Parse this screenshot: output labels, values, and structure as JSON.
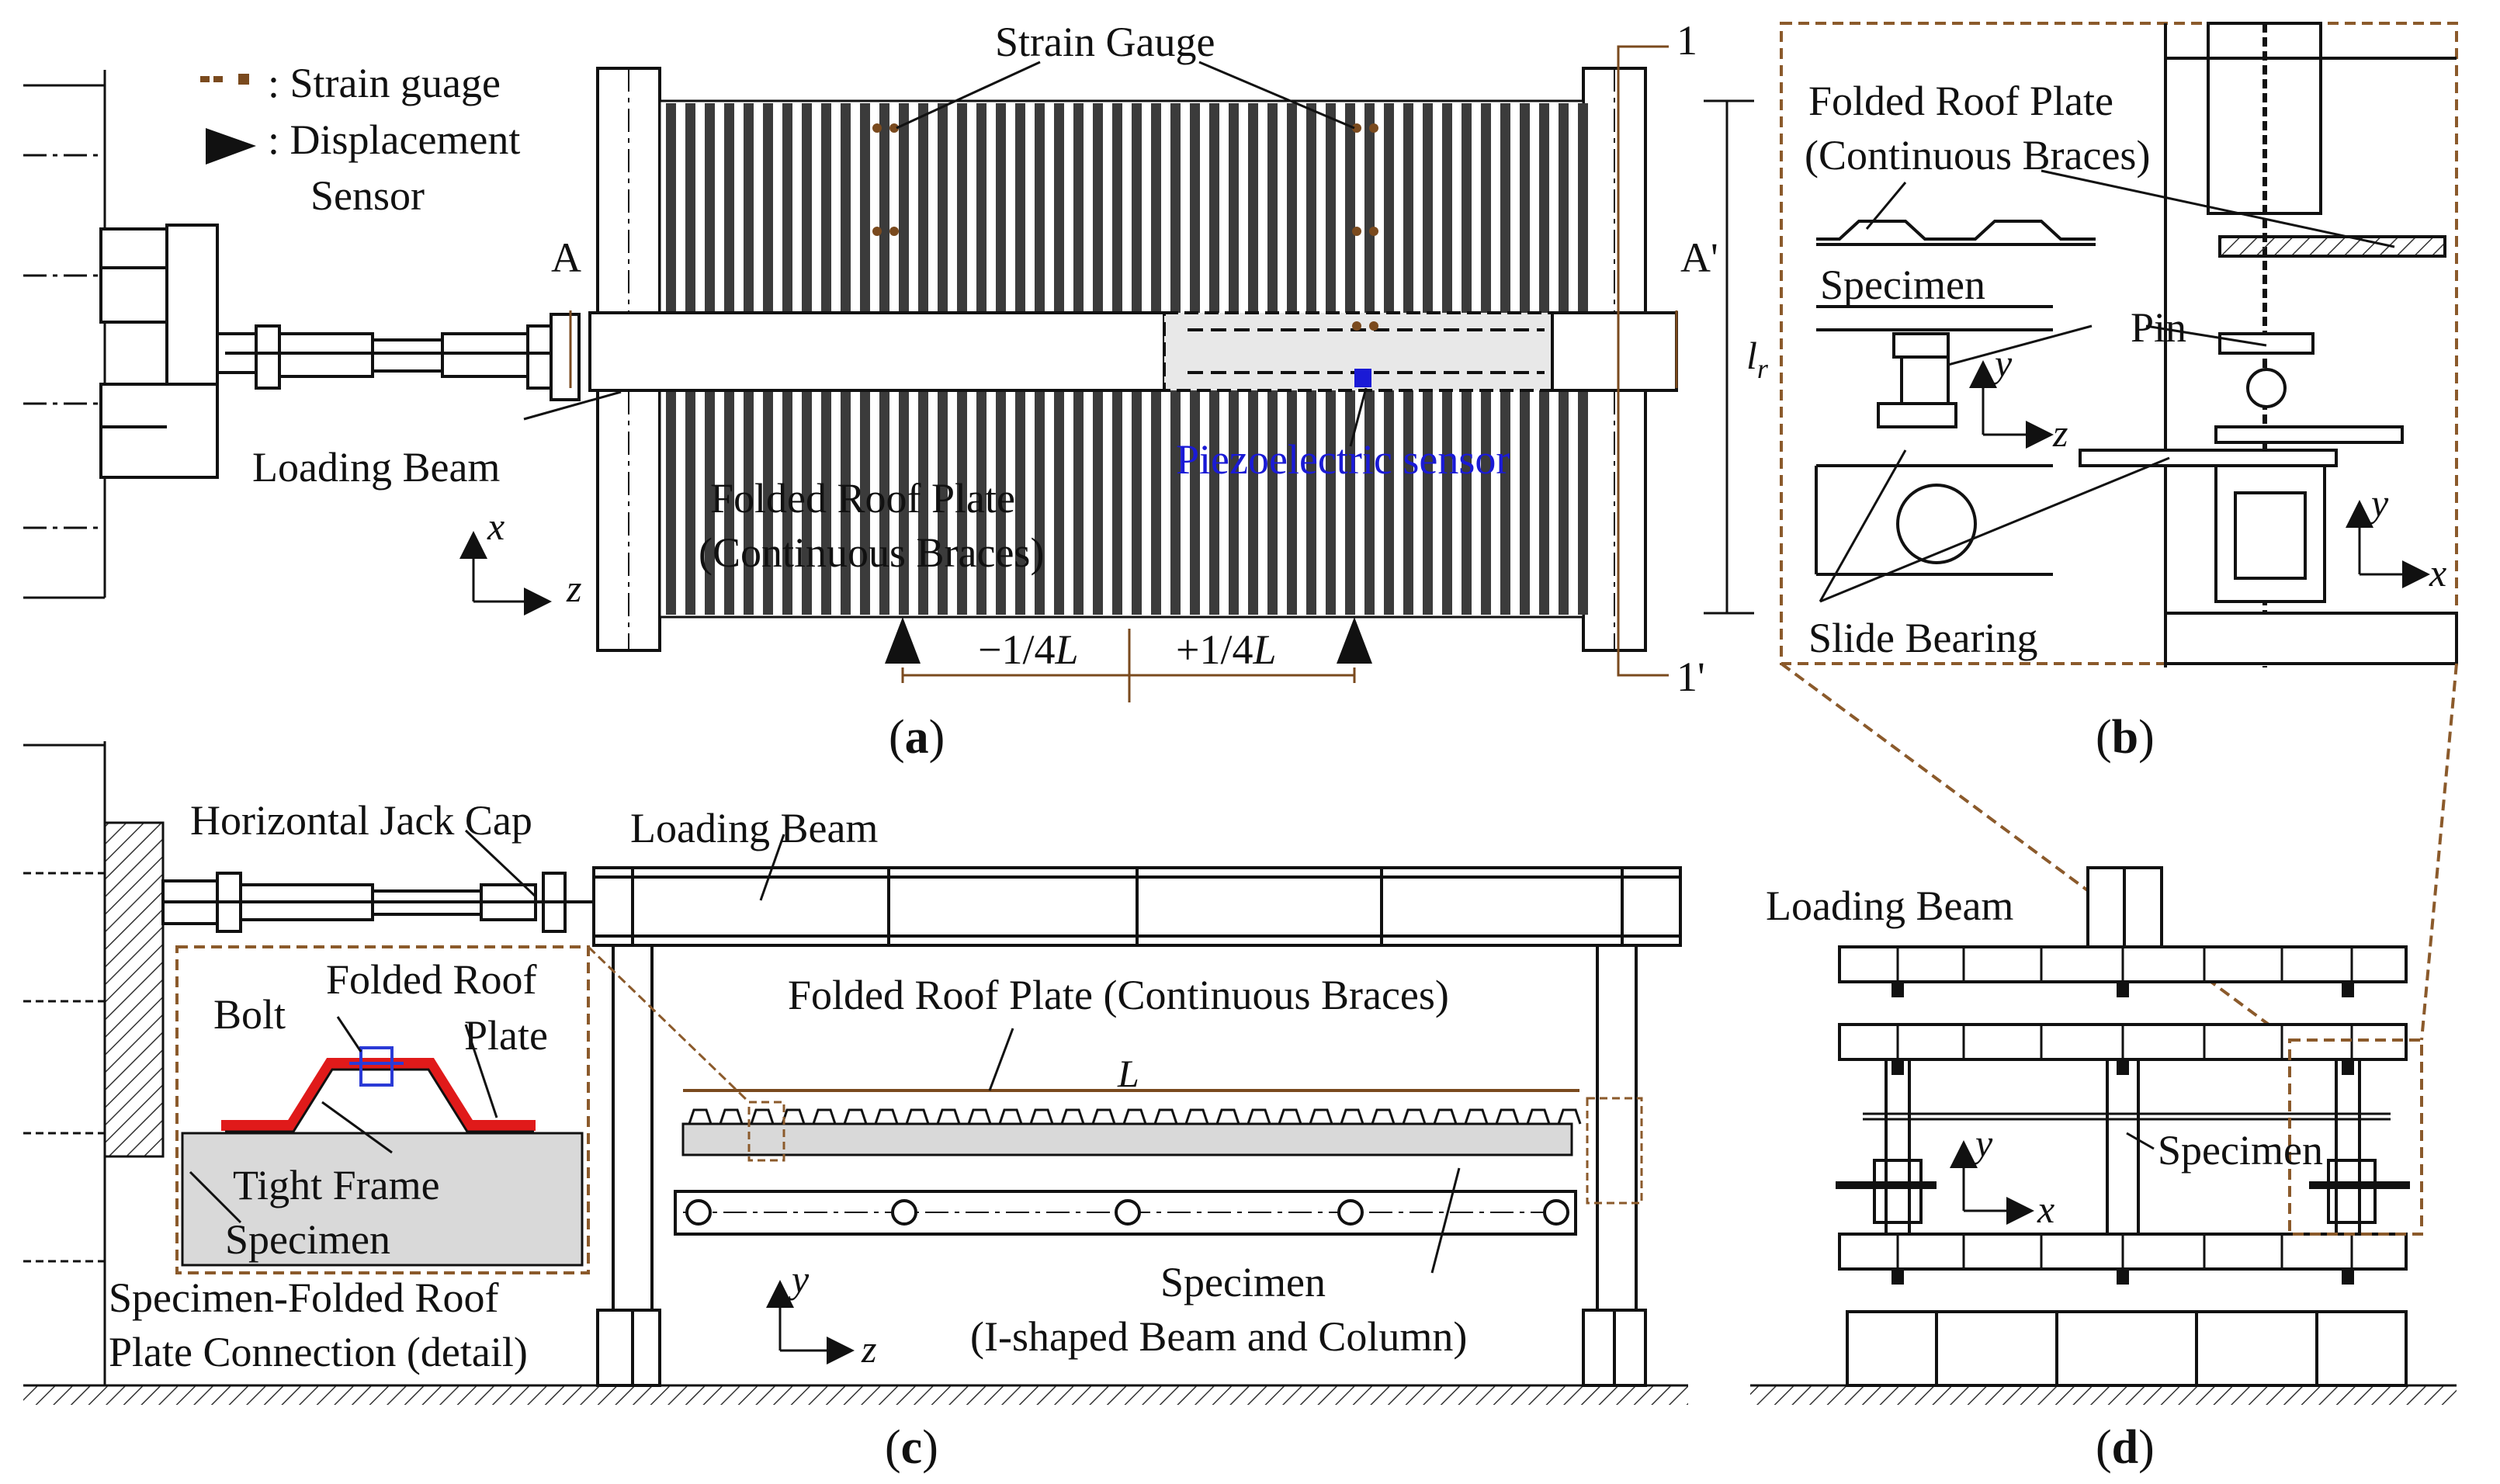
{
  "colors": {
    "line": "#111111",
    "leader": "#7a4a1e",
    "detail": "#8b5a2b",
    "plate_stripe": "#3b3b3b",
    "sensor_text": "#1a1ad6",
    "specimen_fill": "#d9d9d9",
    "roof_red": "#e01a1a",
    "bolt_blue": "#2a3ad6"
  },
  "legend": {
    "strain_symbol_label": ": Strain guage",
    "displacement_symbol_label": ": Displacement",
    "displacement_symbol_label2": "Sensor"
  },
  "panels": {
    "a": {
      "tag_open": "(",
      "tag_letter": "a",
      "tag_close": ")",
      "strain_gauge": "Strain Gauge",
      "section_1": "1",
      "section_1p": "1'",
      "section_A": "A",
      "section_Ap": "A'",
      "lr_base": "l",
      "lr_sub": "r",
      "loading_beam": "Loading Beam",
      "piezo": "Piezoelectric sensor",
      "roof_plate_1": "Folded Roof Plate",
      "roof_plate_2": "(Continuous Braces)",
      "axis_x": "x",
      "axis_z": "z",
      "quarter_neg": "−1/4",
      "quarter_pos": "+1/4",
      "L": "L"
    },
    "b": {
      "tag_open": "(",
      "tag_letter": "b",
      "tag_close": ")",
      "roof_plate_1": "Folded Roof Plate",
      "roof_plate_2": "(Continuous Braces)",
      "specimen": "Specimen",
      "pin": "Pin",
      "slide_bearing": "Slide Bearing",
      "axis_y": "y",
      "axis_z": "z",
      "axis_x": "x"
    },
    "c": {
      "tag_open": "(",
      "tag_letter": "c",
      "tag_close": ")",
      "jack_cap": "Horizontal Jack Cap",
      "loading_beam": "Loading Beam",
      "roof_plate": "Folded Roof Plate (Continuous Braces)",
      "L": "L",
      "bolt": "Bolt",
      "detail_roof_1": "Folded Roof",
      "detail_roof_2": "Plate",
      "tight_frame": "Tight Frame",
      "specimen": "Specimen",
      "connection_1": "Specimen-Folded Roof",
      "connection_2": "Plate Connection (detail)",
      "specimen_label_1": "Specimen",
      "specimen_label_2": "(I-shaped Beam and Column)",
      "axis_y": "y",
      "axis_z": "z"
    },
    "d": {
      "tag_open": "(",
      "tag_letter": "d",
      "tag_close": ")",
      "loading_beam": "Loading Beam",
      "specimen": "Specimen",
      "axis_y": "y",
      "axis_x": "x"
    }
  }
}
